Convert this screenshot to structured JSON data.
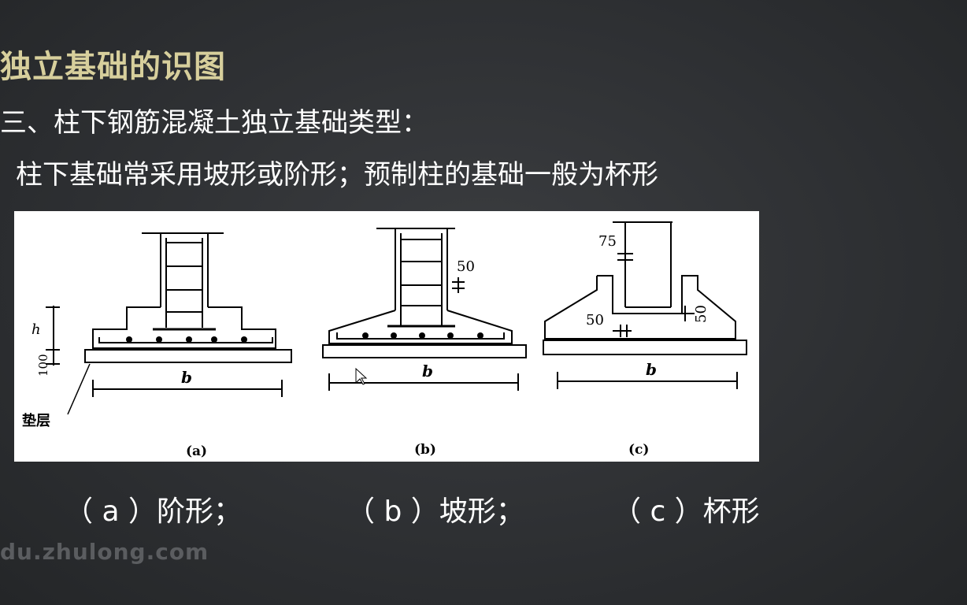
{
  "slide": {
    "title": "独立基础的识图",
    "subtitle": "三、柱下钢筋混凝土独立基础类型：",
    "description": "柱下基础常采用坡形或阶形；预制柱的基础一般为杯形",
    "watermark": "du.zhulong.com"
  },
  "figure": {
    "labels": {
      "a_h": "h",
      "a_100": "100",
      "a_b": "b",
      "a_cushion": "垫层",
      "b_50": "50",
      "b_b": "b",
      "c_75": "75",
      "c_50_left": "50",
      "c_50_right": "50",
      "c_b": "b"
    },
    "sub_labels": [
      "(a)",
      "(b)",
      "(c)"
    ]
  },
  "captions": [
    "（ a ）阶形；",
    "（ b ）坡形；",
    "（ c ）杯形"
  ]
}
